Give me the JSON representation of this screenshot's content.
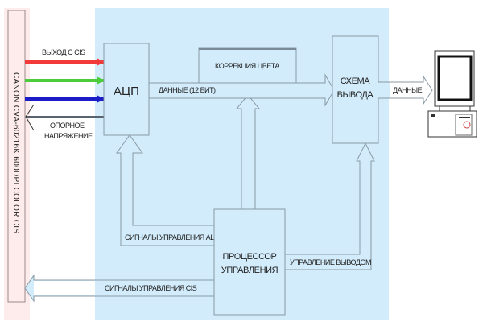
{
  "sensor": {
    "label": "CANON CVA-60216K 600DPI COLOR CIS"
  },
  "inputs": {
    "cis_output_label": "ВЫХОД С CIS",
    "reference_voltage_line1": "ОПОРНОЕ",
    "reference_voltage_line2": "НАПРЯЖЕНИЕ",
    "colors": {
      "red": "#f23a3a",
      "green": "#4ccc3a",
      "blue": "#1c1cc8",
      "gray": "#5a6470"
    }
  },
  "blocks": {
    "adc": "АЦП",
    "color_correction": "КОРРЕКЦИЯ ЦВЕТА",
    "output_line1": "СХЕМА",
    "output_line2": "ВЫВОДА",
    "processor_line1": "ПРОЦЕССОР",
    "processor_line2": "УПРАВЛЕНИЯ"
  },
  "signals": {
    "data_12bit": "ДАННЫЕ (12 БИТ)",
    "data_out": "ДАННЫЕ",
    "adc_control": "СИГНАЛЫ УПРАВЛЕНИЯ АЦП",
    "output_control": "УПРАВЛЕНИЕ ВЫВОДОМ",
    "cis_control": "СИГНАЛЫ УПРАВЛЕНИЯ CIS"
  },
  "colors": {
    "board_background": "#d2ecfb",
    "sensor_background": "#fdeceb"
  },
  "icons": {
    "computer": "computer-icon"
  }
}
